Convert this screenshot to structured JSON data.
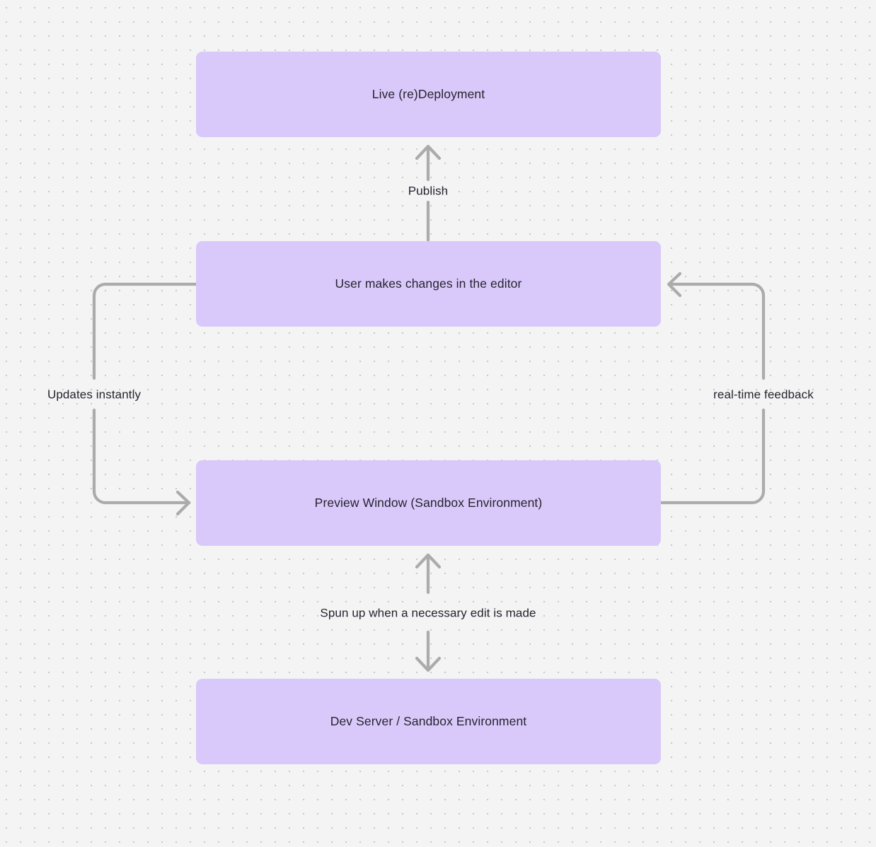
{
  "diagram": {
    "type": "flowchart",
    "background": "#f4f4f4",
    "grid": "dotted",
    "node_fill": "#d9c9fa",
    "node_text_color": "#26232f",
    "edge_color": "#ababab",
    "nodes": [
      {
        "id": "live-deployment",
        "label": "Live (re)Deployment"
      },
      {
        "id": "user-edits",
        "label": "User makes changes in the editor"
      },
      {
        "id": "preview-window",
        "label": "Preview Window (Sandbox Environment)"
      },
      {
        "id": "dev-server",
        "label": "Dev Server / Sandbox Environment"
      }
    ],
    "edges": [
      {
        "id": "publish",
        "label": "Publish",
        "from": "user-edits",
        "to": "live-deployment",
        "direction": "up"
      },
      {
        "id": "updates-instantly",
        "label": "Updates instantly",
        "from": "user-edits",
        "to": "preview-window",
        "direction": "left-loop"
      },
      {
        "id": "real-time-feedback",
        "label": "real-time feedback",
        "from": "preview-window",
        "to": "user-edits",
        "direction": "right-loop"
      },
      {
        "id": "spun-up",
        "label": "Spun up when a necessary edit is made",
        "from": "dev-server",
        "to": "preview-window",
        "direction": "bidirectional"
      }
    ]
  }
}
